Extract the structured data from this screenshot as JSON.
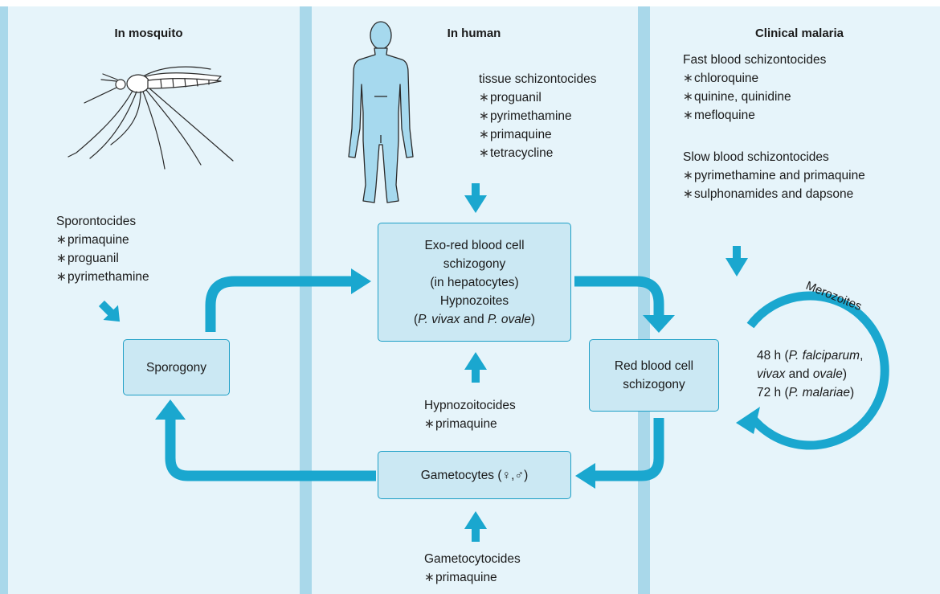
{
  "colors": {
    "panel": "#e6f4fa",
    "divider": "#a9d8ea",
    "arrow": "#1aa7cf",
    "box_fill": "#cbe8f3",
    "box_border": "#1e9fc6",
    "figure": "#a6d9ee"
  },
  "columns": {
    "mosquito": {
      "title": "In mosquito"
    },
    "human": {
      "title": "In human"
    },
    "clinical": {
      "title": "Clinical malaria"
    }
  },
  "sporontocides": {
    "heading": "Sporontocides",
    "items": [
      "primaquine",
      "proguanil",
      "pyrimethamine"
    ]
  },
  "tissue": {
    "heading": "tissue schizontocides",
    "items": [
      "proguanil",
      "pyrimethamine",
      "primaquine",
      "tetracycline"
    ]
  },
  "fast_blood": {
    "heading": "Fast blood schizontocides",
    "items": [
      "chloroquine",
      "quinine, quinidine",
      "mefloquine"
    ]
  },
  "slow_blood": {
    "heading": "Slow blood schizontocides",
    "items": [
      "pyrimethamine and primaquine",
      "sulphonamides and dapsone"
    ]
  },
  "hypnozoitocides": {
    "heading": "Hypnozoitocides",
    "items": [
      "primaquine"
    ]
  },
  "gametocytocides": {
    "heading": "Gametocytocides",
    "items": [
      "primaquine"
    ]
  },
  "boxes": {
    "sporogony": "Sporogony",
    "exo_red": {
      "line1": "Exo-red blood cell",
      "line2": "schizogony",
      "line3": "(in hepatocytes)",
      "line4": "Hypnozoites",
      "line5_open": "(",
      "line5_vivax": "P. vivax",
      "line5_and": " and ",
      "line5_ovale": "P. ovale",
      "line5_close": ")"
    },
    "red_blood": {
      "line1": "Red blood cell",
      "line2": "schizogony"
    },
    "gametocytes": "Gametocytes (♀,♂)"
  },
  "merozoites": "Merozoites",
  "cycle": {
    "l1_pre": "48 h (",
    "l1_it": "P. falciparum",
    "l1_post": ",",
    "l2_it1": "vivax",
    "l2_mid": " and ",
    "l2_it2": "ovale",
    "l2_post": ")",
    "l3_pre": "72 h (",
    "l3_it": "P. malariae",
    "l3_post": ")"
  },
  "bullet": "∗"
}
